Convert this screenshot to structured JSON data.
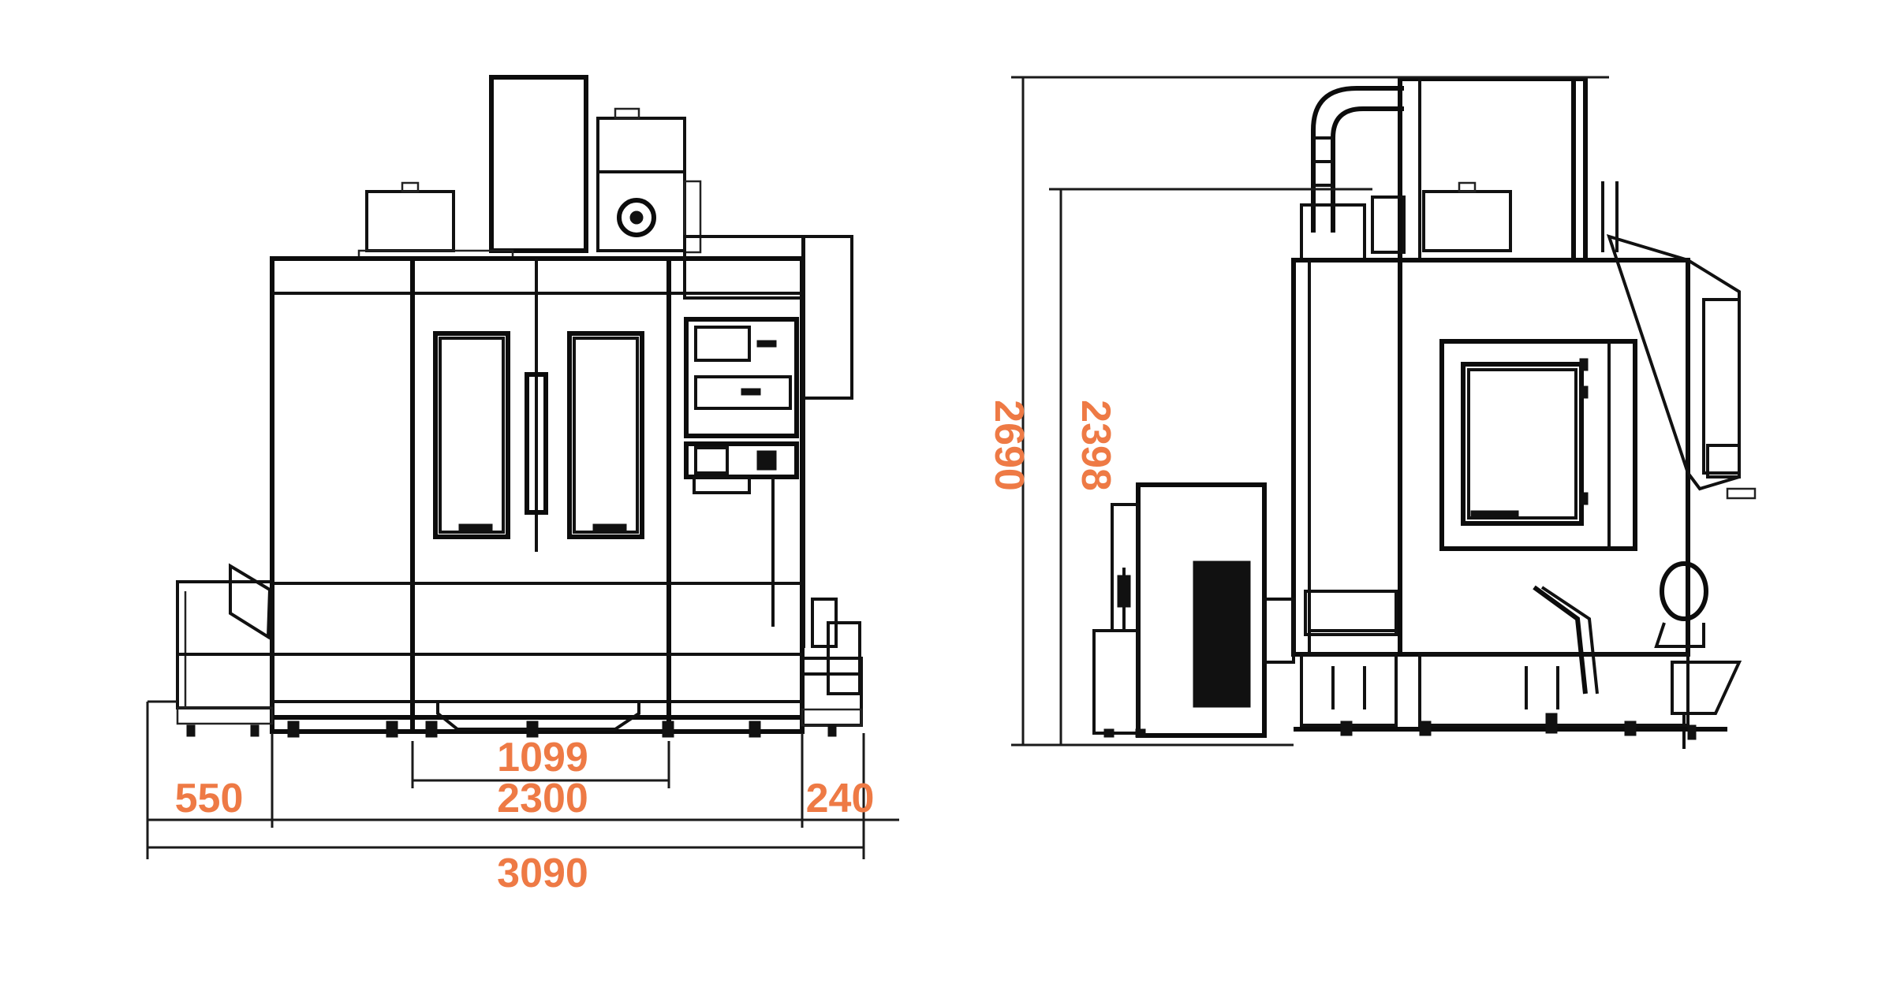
{
  "drawing": {
    "front_view": {
      "dimensions": {
        "width_1099": "1099",
        "width_2300": "2300",
        "width_550": "550",
        "width_240": "240",
        "width_3090": "3090"
      }
    },
    "side_view": {
      "dimensions": {
        "height_2690": "2690",
        "height_2398": "2398"
      }
    },
    "colors": {
      "line": "#111111",
      "dimension_text": "#ee7a45",
      "background": "#ffffff"
    }
  }
}
